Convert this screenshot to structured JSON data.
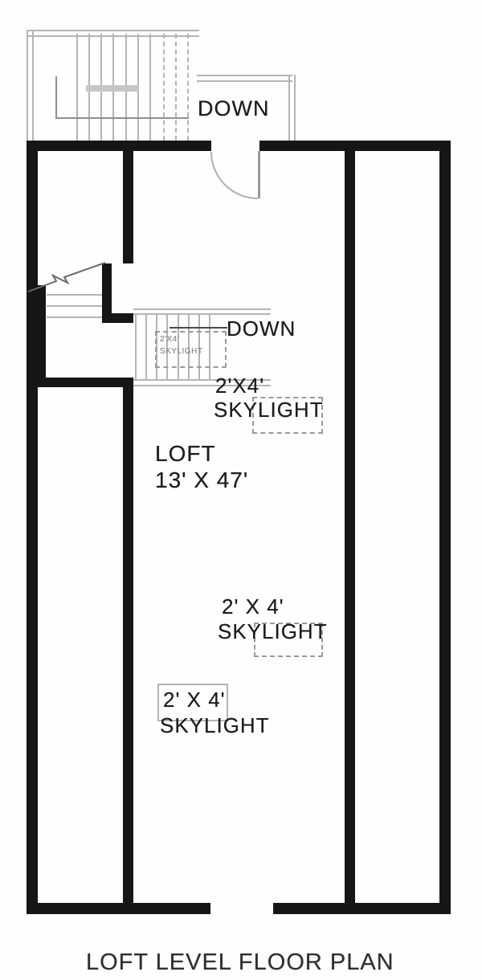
{
  "plan": {
    "caption": "LOFT LEVEL FLOOR PLAN",
    "room": {
      "name": "LOFT",
      "dims": "13' X 47'"
    },
    "stairs": {
      "top_label": "DOWN",
      "mid_label": "DOWN",
      "stairwell_skylight_size": "2'X4'",
      "stairwell_skylight_word": "SKYLIGHT"
    },
    "skylights": {
      "upper_size": "2'X4'",
      "upper_word": "SKYLIGHT",
      "middle_size": "2' X 4'",
      "middle_word": "SKYLIGHT",
      "lower_size": "2' X 4'",
      "lower_word": "SKYLIGHT"
    },
    "colors": {
      "paper": "#fefefe",
      "wall": "#161616",
      "ink": "#1d1d1d",
      "gline": "#b4b4b4",
      "gmid": "#c6c6c6",
      "gdash": "#9a9a9a",
      "gtext": "#8a8a8a"
    }
  }
}
